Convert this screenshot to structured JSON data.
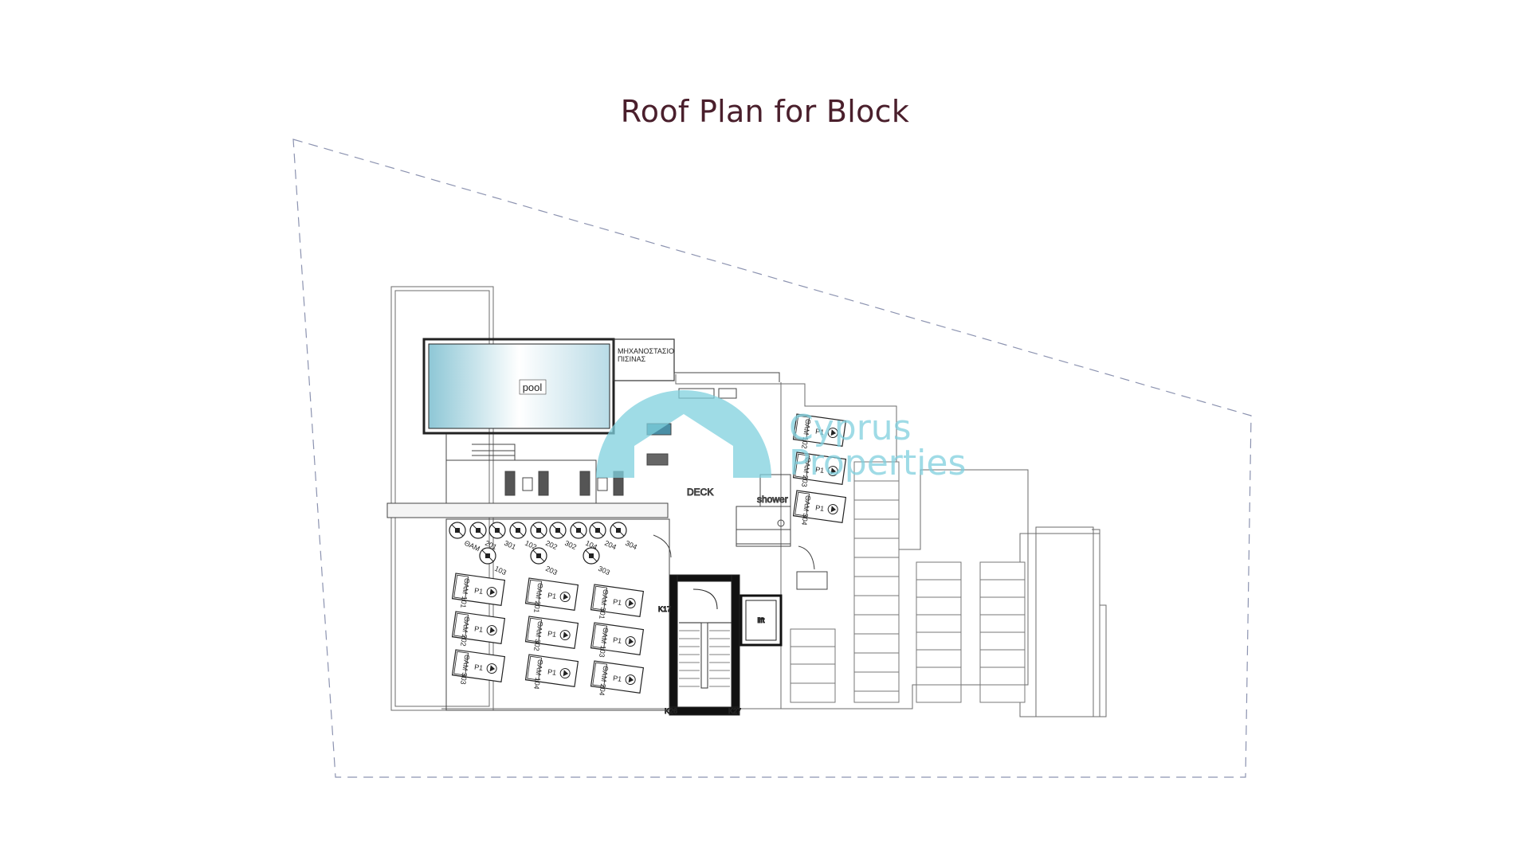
{
  "title": "Roof Plan for Block",
  "labels": {
    "pool": "pool",
    "deck": "DECK",
    "shower": "shower",
    "lift": "lift",
    "machine_room_line1": "ΜΗΧΑΝΟΣΤΑΣΙΟ",
    "machine_room_line2": "ΠΙΣΙΝΑΣ",
    "k17": "K17",
    "k26": "K26",
    "k27": "K27"
  },
  "solar_heaters": [
    {
      "tag": "ΘΑΜ 101",
      "pv": "P1"
    },
    {
      "tag": "ΘΑΜ 201",
      "pv": "P1"
    },
    {
      "tag": "ΘΑΜ 301",
      "pv": "P1"
    },
    {
      "tag": "ΘΑΜ 102",
      "pv": "P1"
    },
    {
      "tag": "ΘΑΜ 202",
      "pv": "P1"
    },
    {
      "tag": "ΘΑΜ 302",
      "pv": "P1"
    },
    {
      "tag": "ΘΑΜ 103",
      "pv": "P1"
    },
    {
      "tag": "ΘΑΜ 203",
      "pv": "P1"
    },
    {
      "tag": "ΘΑΜ 303",
      "pv": "P1"
    },
    {
      "tag": "ΘΑΜ 104",
      "pv": "P1"
    },
    {
      "tag": "ΘΑΜ 204",
      "pv": "P1"
    },
    {
      "tag": "ΘΑΜ 304",
      "pv": "P1"
    }
  ],
  "valve_labels": [
    "ΘΑΜ 101",
    "201",
    "301",
    "102",
    "202",
    "302",
    "104",
    "204",
    "304",
    "103",
    "203",
    "303"
  ],
  "watermark": {
    "line1": "Cyprus",
    "line2": "Properties",
    "color": "#7fd0de"
  },
  "colors": {
    "title": "#4a1f2c",
    "line": "#555555",
    "pool": "#9fd2df",
    "dashed": "#8c93b0"
  }
}
